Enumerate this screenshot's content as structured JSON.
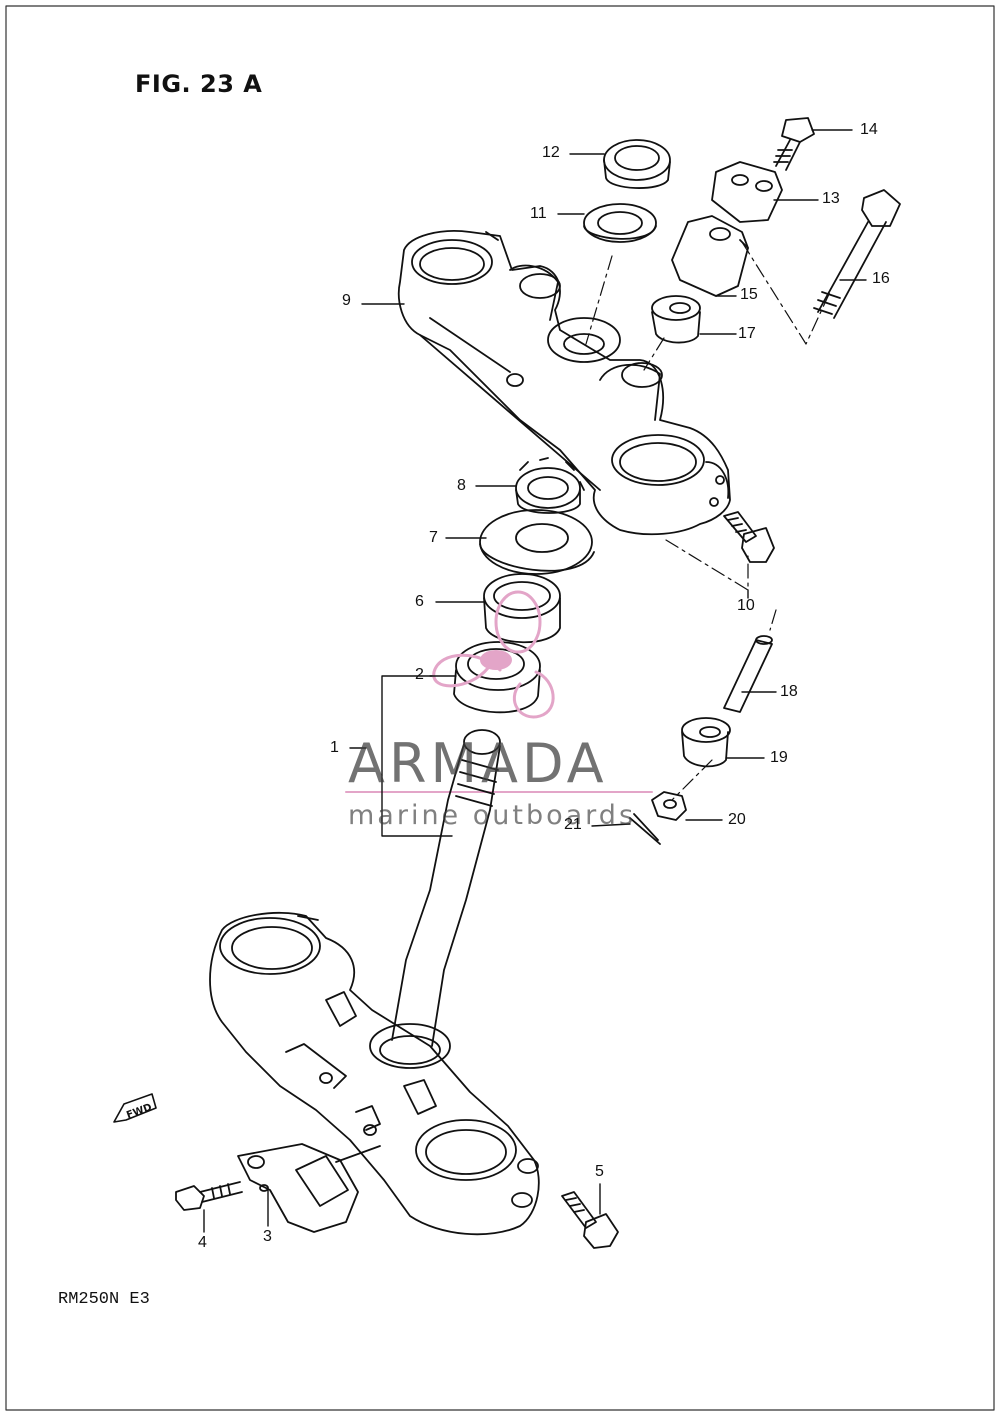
{
  "figure": {
    "title": "FIG. 23 A",
    "model": "RM250N E3"
  },
  "watermark": {
    "brand": "ARMADA",
    "tagline": "marine outboards",
    "accent_color": "#e3a5c8"
  },
  "fwd_badge": "FWD",
  "callouts": {
    "c1": "1",
    "c2": "2",
    "c3": "3",
    "c4": "4",
    "c5": "5",
    "c6": "6",
    "c7": "7",
    "c8": "8",
    "c9": "9",
    "c10": "10",
    "c11": "11",
    "c12": "12",
    "c13": "13",
    "c14": "14",
    "c15": "15",
    "c16": "16",
    "c17": "17",
    "c18": "18",
    "c19": "19",
    "c20": "20",
    "c21": "21"
  }
}
